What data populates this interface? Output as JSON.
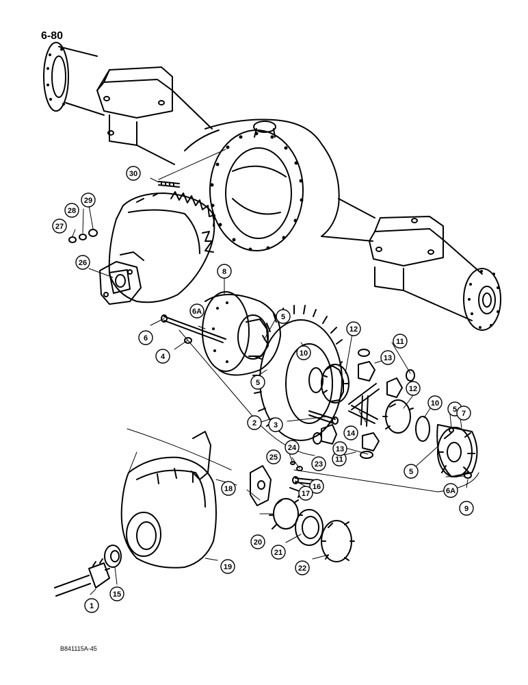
{
  "page_number": "6-80",
  "figure_code": "B841115A-45",
  "callouts": [
    {
      "id": "c1",
      "label": "1"
    },
    {
      "id": "c2",
      "label": "2"
    },
    {
      "id": "c3",
      "label": "3"
    },
    {
      "id": "c4",
      "label": "4"
    },
    {
      "id": "c5a",
      "label": "5"
    },
    {
      "id": "c5b",
      "label": "5"
    },
    {
      "id": "c5c",
      "label": "5"
    },
    {
      "id": "c5d",
      "label": "5"
    },
    {
      "id": "c6",
      "label": "6"
    },
    {
      "id": "c6a1",
      "label": "6A"
    },
    {
      "id": "c6a2",
      "label": "6A"
    },
    {
      "id": "c7",
      "label": "7"
    },
    {
      "id": "c8",
      "label": "8"
    },
    {
      "id": "c9",
      "label": "9"
    },
    {
      "id": "c10a",
      "label": "10"
    },
    {
      "id": "c10b",
      "label": "10"
    },
    {
      "id": "c11a",
      "label": "11"
    },
    {
      "id": "c11b",
      "label": "11"
    },
    {
      "id": "c12a",
      "label": "12"
    },
    {
      "id": "c12b",
      "label": "12"
    },
    {
      "id": "c13a",
      "label": "13"
    },
    {
      "id": "c13b",
      "label": "13"
    },
    {
      "id": "c14",
      "label": "14"
    },
    {
      "id": "c15",
      "label": "15"
    },
    {
      "id": "c16",
      "label": "16"
    },
    {
      "id": "c17",
      "label": "17"
    },
    {
      "id": "c18",
      "label": "18"
    },
    {
      "id": "c19",
      "label": "19"
    },
    {
      "id": "c20",
      "label": "20"
    },
    {
      "id": "c21",
      "label": "21"
    },
    {
      "id": "c22",
      "label": "22"
    },
    {
      "id": "c23",
      "label": "23"
    },
    {
      "id": "c24",
      "label": "24"
    },
    {
      "id": "c25",
      "label": "25"
    },
    {
      "id": "c26",
      "label": "26"
    },
    {
      "id": "c27",
      "label": "27"
    },
    {
      "id": "c28",
      "label": "28"
    },
    {
      "id": "c29",
      "label": "29"
    },
    {
      "id": "c30",
      "label": "30"
    }
  ]
}
